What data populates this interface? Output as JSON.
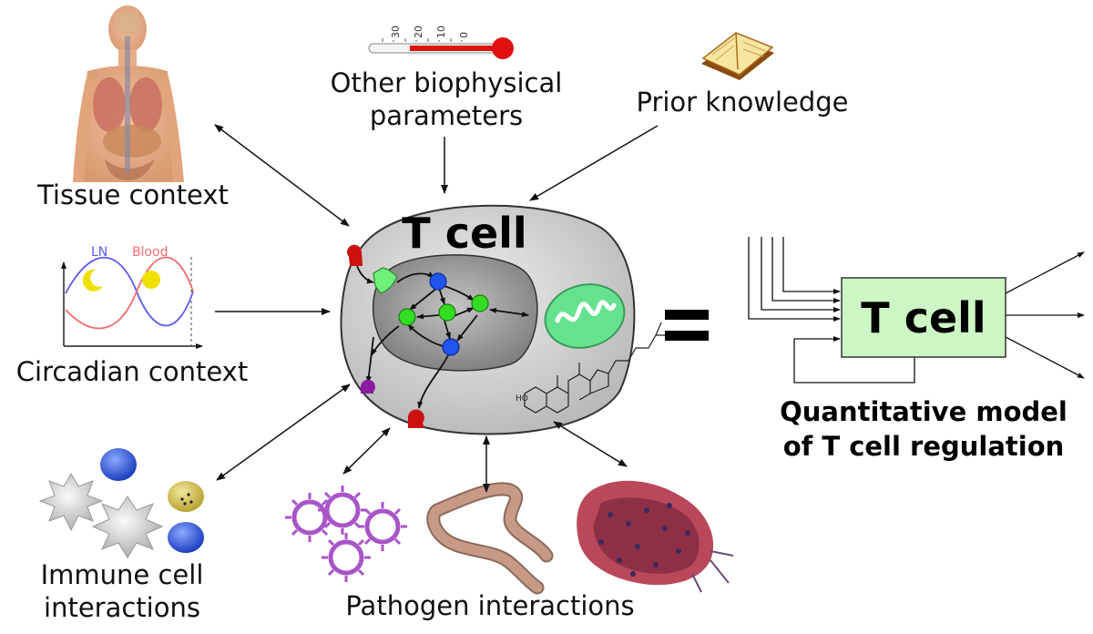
{
  "labels": {
    "tissue": "Tissue context",
    "circadian": "Circadian context",
    "immune_line1": "Immune cell",
    "immune_line2": "interactions",
    "pathogen": "Pathogen interactions",
    "biophysical_line1": "Other biophysical",
    "biophysical_line2": "parameters",
    "prior": "Prior knowledge",
    "tcell": "T cell",
    "equals": "=",
    "model_box": "T cell",
    "model_line1": "Quantitative model",
    "model_line2": "of T cell regulation"
  },
  "circadian": {
    "ln_label": "LN",
    "blood_label": "Blood",
    "ln_color": "#5b5bf0",
    "blood_color": "#f06c6c"
  },
  "thermometer": {
    "ticks": [
      "30",
      "20",
      "10",
      "0"
    ]
  },
  "colors": {
    "cell_fill": "#d4d4d4",
    "nucleus_fill": "#9a9a9a",
    "node_green": "#33dd22",
    "node_blue": "#2255ee",
    "receptor_red": "#cc1111",
    "receptor_purple": "#8a1aa0",
    "mitochondrion": "#66e28f",
    "model_box": "#ccf6c4",
    "virus_purple": "#a855c8",
    "worm": "#c89a86"
  },
  "icons": {
    "tissue": "human-body-icon",
    "circadian": "circadian-plot-icon",
    "biophysical": "thermometer-icon",
    "prior": "book-icon",
    "immune": "immune-cells-icon",
    "virus": "virus-icon",
    "worm": "worm-icon",
    "bacteria": "bacteria-cluster-icon"
  }
}
